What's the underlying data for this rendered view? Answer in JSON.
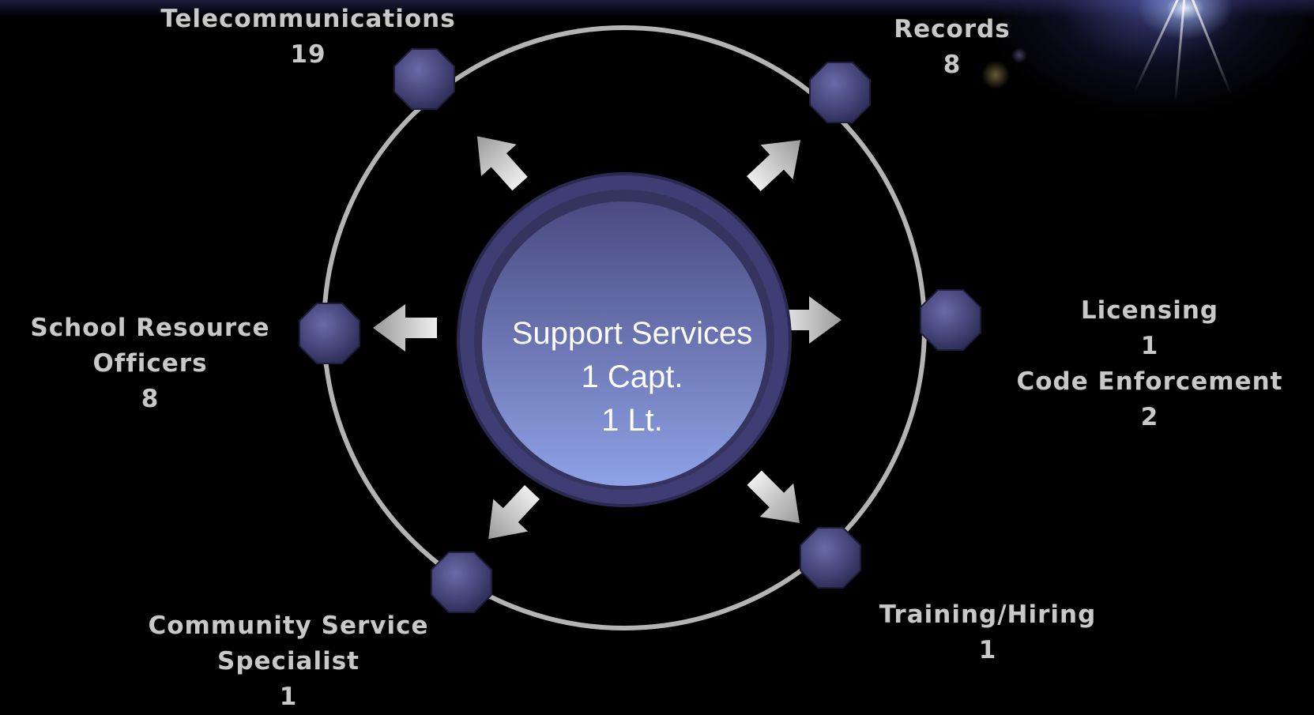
{
  "center": {
    "title": "Support Services",
    "line2": "1 Capt.",
    "line3": "1 Lt."
  },
  "units": [
    {
      "name": "Telecommunications",
      "count": "19"
    },
    {
      "name": "Records",
      "count": "8"
    },
    {
      "name": "School Resource",
      "name2": "Officers",
      "count": "8"
    },
    {
      "name": "Licensing",
      "count": "1",
      "name2": "Code Enforcement",
      "count2": "2"
    },
    {
      "name": "Community Service",
      "name2": "Specialist",
      "count": "1"
    },
    {
      "name": "Training/Hiring",
      "count": "1"
    }
  ],
  "colors": {
    "background": "#000000",
    "ring": "#b4b4b4",
    "node": "#4a4a80",
    "center_outer": "#3e3d74",
    "center_inner_top": "#4a4a80",
    "center_inner_bottom": "#8b9ddf",
    "label": "#c8c8c8",
    "center_text": "#ffffff"
  }
}
